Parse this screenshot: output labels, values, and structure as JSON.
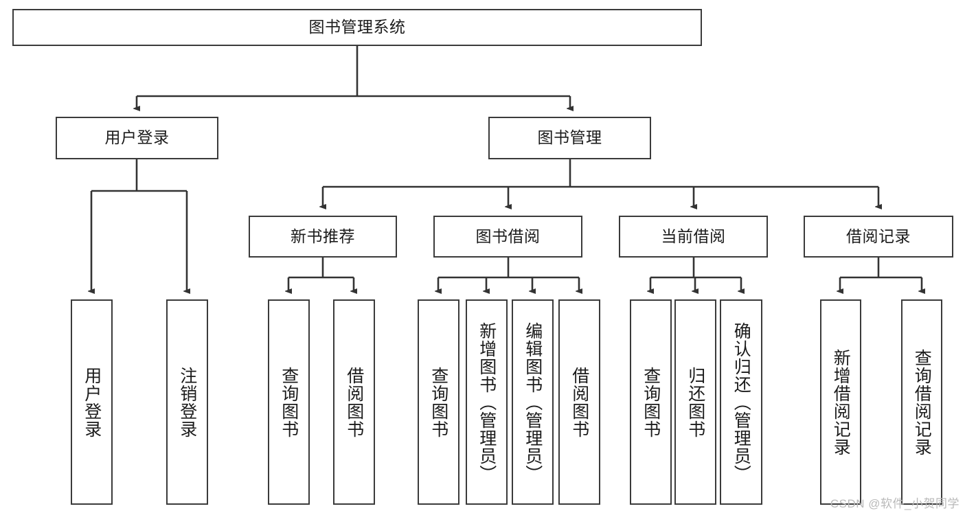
{
  "diagram": {
    "type": "tree-hierarchy",
    "title": "图书管理系统",
    "root": {
      "id": "root",
      "label": "图书管理系统"
    },
    "level2": [
      {
        "id": "user-login",
        "label": "用户登录"
      },
      {
        "id": "book-management",
        "label": "图书管理"
      }
    ],
    "level3": [
      {
        "id": "new-book-recommend",
        "label": "新书推荐",
        "parent": "book-management"
      },
      {
        "id": "book-borrow",
        "label": "图书借阅",
        "parent": "book-management"
      },
      {
        "id": "current-borrow",
        "label": "当前借阅",
        "parent": "book-management"
      },
      {
        "id": "borrow-record",
        "label": "借阅记录",
        "parent": "book-management"
      }
    ],
    "leaves": [
      {
        "id": "leaf-user-login",
        "label": "用户登录",
        "parent": "user-login"
      },
      {
        "id": "leaf-user-logout",
        "label": "注销登录",
        "parent": "user-login"
      },
      {
        "id": "leaf-query-book-1",
        "label": "查询图书",
        "parent": "new-book-recommend"
      },
      {
        "id": "leaf-borrow-book-1",
        "label": "借阅图书",
        "parent": "new-book-recommend"
      },
      {
        "id": "leaf-query-book-2",
        "label": "查询图书",
        "parent": "book-borrow"
      },
      {
        "id": "leaf-add-book",
        "label": "新增图书（管理员）",
        "parent": "book-borrow"
      },
      {
        "id": "leaf-edit-book",
        "label": "编辑图书（管理员）",
        "parent": "book-borrow"
      },
      {
        "id": "leaf-borrow-book-2",
        "label": "借阅图书",
        "parent": "book-borrow"
      },
      {
        "id": "leaf-query-book-3",
        "label": "查询图书",
        "parent": "current-borrow"
      },
      {
        "id": "leaf-return-book",
        "label": "归还图书",
        "parent": "current-borrow"
      },
      {
        "id": "leaf-confirm-return",
        "label": "确认归还（管理员）",
        "parent": "current-borrow"
      },
      {
        "id": "leaf-add-record",
        "label": "新增借阅记录",
        "parent": "borrow-record"
      },
      {
        "id": "leaf-query-record",
        "label": "查询借阅记录",
        "parent": "borrow-record"
      }
    ],
    "watermark": "CSDN @软件_小贺同学",
    "colors": {
      "box_border": "#3a3a3a",
      "box_fill": "#ffffff",
      "connector": "#333333",
      "text": "#1b1b1b",
      "watermark": "#b9b9b9"
    }
  }
}
